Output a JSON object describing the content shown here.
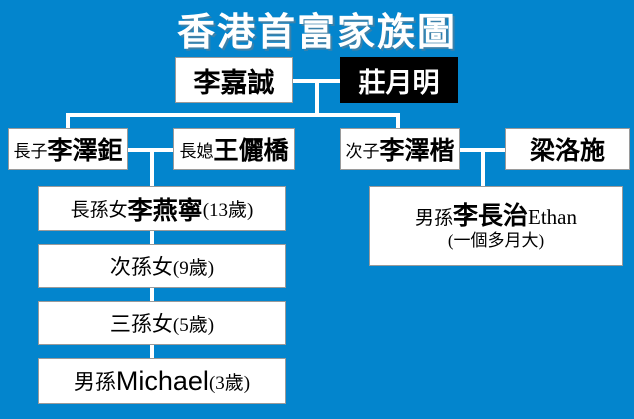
{
  "title": "香港首富家族圖",
  "colors": {
    "background": "#0385cd",
    "box_background": "#ffffff",
    "box_text": "#000000",
    "highlight_box_background": "#000000",
    "highlight_box_text": "#ffffff",
    "connector_line": "#ffffff"
  },
  "family": {
    "patriarch": {
      "name": "李嘉誠"
    },
    "matriarch": {
      "name": "莊月明"
    },
    "eldest_son": {
      "prefix": "長子",
      "name": "李澤鉅"
    },
    "eldest_daughter_in_law": {
      "prefix": "長媳",
      "name": "王儷橋"
    },
    "second_son": {
      "prefix": "次子",
      "name": "李澤楷"
    },
    "second_son_partner": {
      "name": "梁洛施"
    },
    "granddaughter_1": {
      "prefix": "長孫女",
      "name": "李燕寧",
      "age": "(13歲)"
    },
    "granddaughter_2": {
      "name": "次孫女",
      "age": "(9歲)"
    },
    "granddaughter_3": {
      "name": "三孫女",
      "age": "(5歲)"
    },
    "grandson_michael": {
      "prefix": "男孫",
      "name": "Michael",
      "age": "(3歲)"
    },
    "grandson_ethan": {
      "prefix": "男孫",
      "name": "李長治",
      "english_name": "Ethan",
      "age": "(一個多月大)"
    }
  }
}
